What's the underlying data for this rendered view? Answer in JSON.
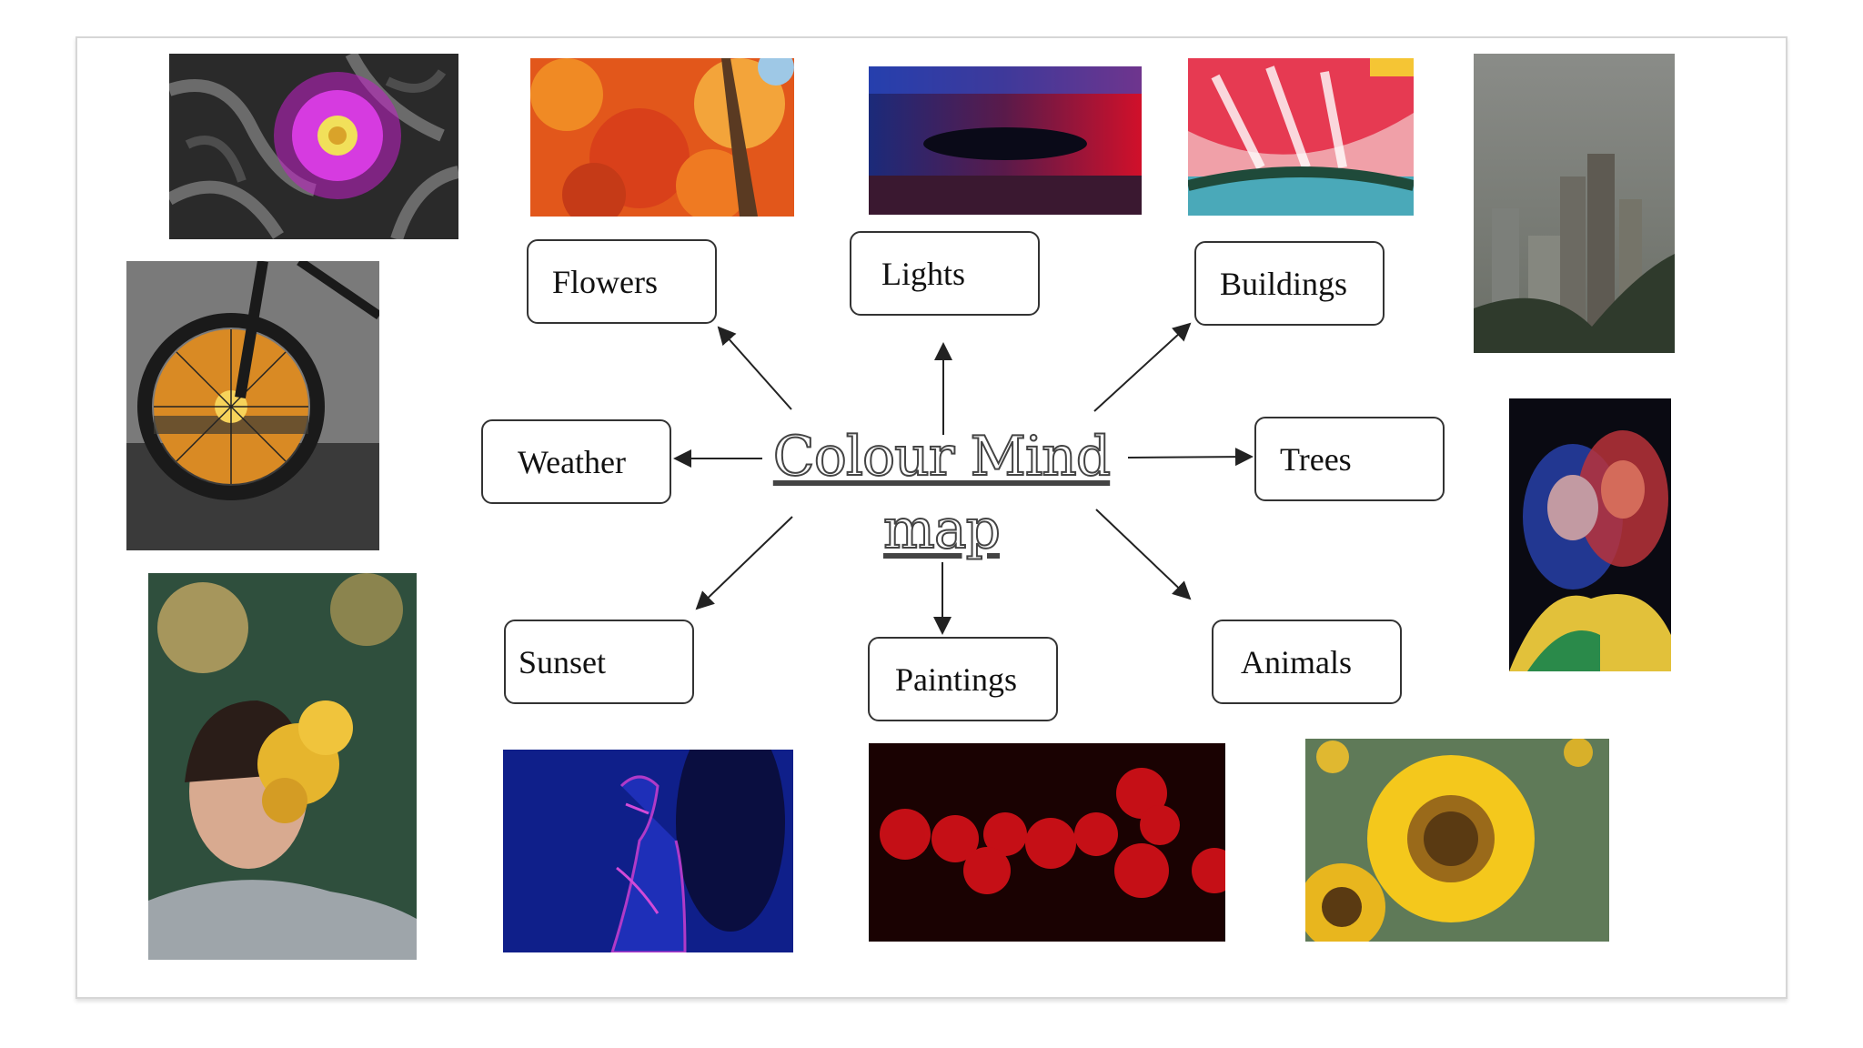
{
  "mind_map": {
    "title_line1": "Colour Mind",
    "title_line2": "map",
    "nodes": {
      "flowers": "Flowers",
      "lights": "Lights",
      "buildings": "Buildings",
      "weather": "Weather",
      "trees": "Trees",
      "sunset": "Sunset",
      "paintings": "Paintings",
      "animals": "Animals"
    }
  },
  "photos": [
    {
      "subject": "pink-flower"
    },
    {
      "subject": "autumn-leaves"
    },
    {
      "subject": "neon-reflection"
    },
    {
      "subject": "painted-feather"
    },
    {
      "subject": "foggy-city"
    },
    {
      "subject": "bicycle-wheel-sunset"
    },
    {
      "subject": "neon-portrait"
    },
    {
      "subject": "woman-yellow-flowers"
    },
    {
      "subject": "blue-uv-portrait"
    },
    {
      "subject": "red-bokeh"
    },
    {
      "subject": "sunflowers"
    }
  ]
}
